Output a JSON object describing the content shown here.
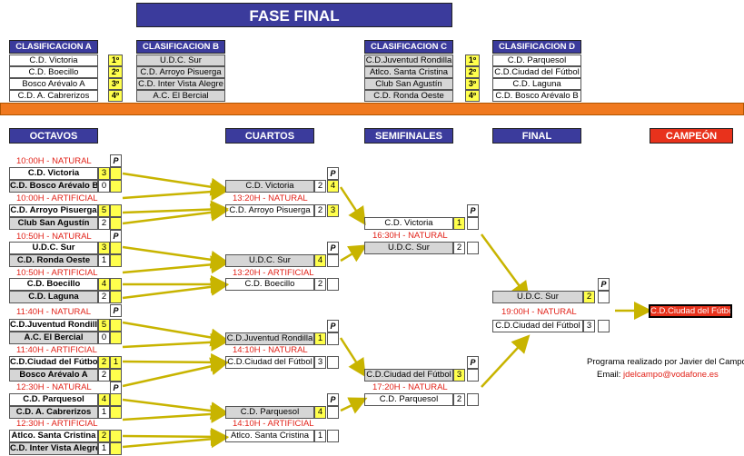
{
  "title": "FASE FINAL",
  "classifications": [
    {
      "header": "CLASIFICACION A",
      "teams": [
        "C.D. Victoria",
        "C.D. Boecillo",
        "Bosco Arévalo A",
        "C.D. A. Cabrerizos"
      ],
      "ranks": [
        "1º",
        "2º",
        "3º",
        "4º"
      ]
    },
    {
      "header": "CLASIFICACION B",
      "teams": [
        "U.D.C. Sur",
        "C.D. Arroyo Pisuerga",
        "C.D. Inter Vista Alegre",
        "A.C. El Bercial"
      ],
      "ranks": []
    },
    {
      "header": "CLASIFICACION C",
      "teams": [
        "C.D.Juventud Rondilla",
        "Atlco. Santa Cristina",
        "Club San Agustín",
        "C.D. Ronda Oeste"
      ],
      "ranks": [
        "1º",
        "2º",
        "3º",
        "4º"
      ]
    },
    {
      "header": "CLASIFICACION D",
      "teams": [
        "C.D. Parquesol",
        "C.D.Ciudad del Fútbol",
        "C.D. Laguna",
        "C.D. Bosco Arévalo B"
      ],
      "ranks": []
    }
  ],
  "stages": {
    "octavos": "OCTAVOS",
    "cuartos": "CUARTOS",
    "semifinales": "SEMIFINALES",
    "final": "FINAL",
    "campeon": "CAMPEÓN"
  },
  "p_label": "P",
  "octavos": [
    {
      "time": "10:00H - NATURAL",
      "t1": "C.D. Victoria",
      "s1": "3",
      "t2": "C.D. Bosco Arévalo B",
      "s2": "0",
      "p1": "",
      "p2": ""
    },
    {
      "time": "10:00H - ARTIFICIAL",
      "t1": "C.D. Arroyo Pisuerga",
      "s1": "5",
      "t2": "Club San Agustín",
      "s2": "2",
      "p1": "",
      "p2": ""
    },
    {
      "time": "10:50H - NATURAL",
      "t1": "U.D.C. Sur",
      "s1": "3",
      "t2": "C.D. Ronda Oeste",
      "s2": "1",
      "p1": "",
      "p2": ""
    },
    {
      "time": "10:50H - ARTIFICIAL",
      "t1": "C.D. Boecillo",
      "s1": "4",
      "t2": "C.D. Laguna",
      "s2": "2",
      "p1": "",
      "p2": ""
    },
    {
      "time": "11:40H - NATURAL",
      "t1": "C.D.Juventud Rondilla",
      "s1": "5",
      "t2": "A.C. El Bercial",
      "s2": "0",
      "p1": "",
      "p2": ""
    },
    {
      "time": "11:40H - ARTIFICIAL",
      "t1": "C.D.Ciudad del Fútbol",
      "s1": "2",
      "t2": "Bosco Arévalo A",
      "s2": "2",
      "p1": "1",
      "p2": ""
    },
    {
      "time": "12:30H - NATURAL",
      "t1": "C.D. Parquesol",
      "s1": "4",
      "t2": "C.D. A. Cabrerizos",
      "s2": "1",
      "p1": "",
      "p2": ""
    },
    {
      "time": "12:30H - ARTIFICIAL",
      "t1": "Atlco. Santa Cristina",
      "s1": "2",
      "t2": "C.D. Inter Vista Alegre",
      "s2": "1",
      "p1": "",
      "p2": ""
    }
  ],
  "cuartos": [
    {
      "t1": "C.D. Victoria",
      "s1": "2",
      "p1": "4",
      "time": "13:20H - NATURAL",
      "t2": "C.D. Arroyo Pisuerga",
      "s2": "2",
      "p2": "3"
    },
    {
      "t1": "U.D.C. Sur",
      "s1": "4",
      "p1": "",
      "time": "13:20H - ARTIFICIAL",
      "t2": "C.D. Boecillo",
      "s2": "2",
      "p2": ""
    },
    {
      "t1": "C.D.Juventud Rondilla",
      "s1": "1",
      "p1": "",
      "time": "14:10H - NATURAL",
      "t2": "C.D.Ciudad del Fútbol",
      "s2": "3",
      "p2": ""
    },
    {
      "t1": "C.D. Parquesol",
      "s1": "4",
      "p1": "",
      "time": "14:10H - ARTIFICIAL",
      "t2": "Atlco. Santa Cristina",
      "s2": "1",
      "p2": ""
    }
  ],
  "semis": [
    {
      "t1": "C.D. Victoria",
      "s1": "1",
      "time": "16:30H - NATURAL",
      "t2": "U.D.C. Sur",
      "s2": "2"
    },
    {
      "t1": "C.D.Ciudad del Fútbol",
      "s1": "3",
      "time": "17:20H - NATURAL",
      "t2": "C.D. Parquesol",
      "s2": "2"
    }
  ],
  "final": {
    "t1": "U.D.C. Sur",
    "s1": "2",
    "time": "19:00H - NATURAL",
    "t2": "C.D.Ciudad del Fútbol",
    "s2": "3"
  },
  "champion": "C.D.Ciudad del Fútbol",
  "credit": {
    "line1": "Programa realizado por Javier del Campo",
    "email_label": "Email:",
    "email": "jdelcampo@vodafone.es"
  }
}
